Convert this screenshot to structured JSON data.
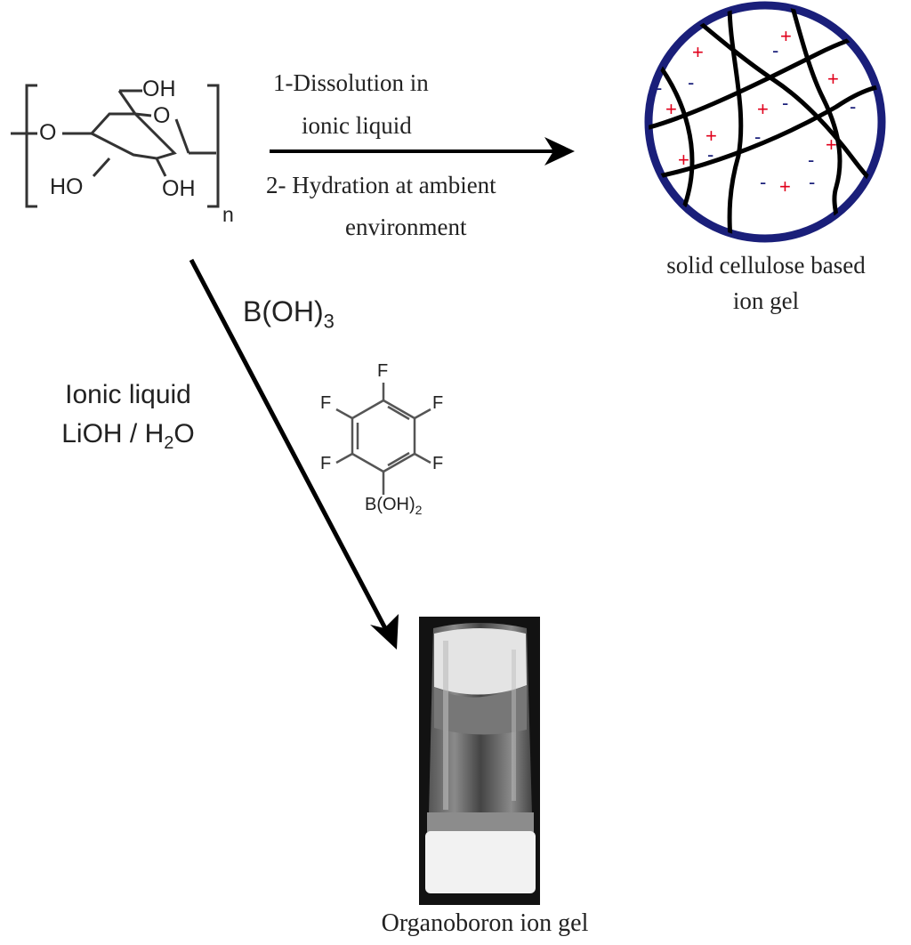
{
  "forward_step_1": "1-Dissolution in",
  "forward_step_1b": "ionic liquid",
  "forward_step_2": "2- Hydration at ambient",
  "forward_step_2b": "environment",
  "product_top_line1": "solid cellulose based",
  "product_top_line2": "ion gel",
  "reagent_boric": "B(OH)",
  "reagent_boric_sub": "3",
  "conditions_line1": "Ionic liquid",
  "conditions_line2_pre": "LiOH / H",
  "conditions_line2_sub": "2",
  "conditions_line2_post": "O",
  "cellulose": {
    "oh_top": "OH",
    "o_left": "O",
    "o_ring": "O",
    "ho_bottom": "HO",
    "oh_bottom": "OH",
    "n": "n"
  },
  "pfp": {
    "f_top": "F",
    "f_upper_left": "F",
    "f_upper_right": "F",
    "f_lower_left": "F",
    "f_lower_right": "F",
    "boron_group": "B(OH)",
    "boron_sub": "2"
  },
  "product_bottom": "Organoboron ion gel",
  "colors": {
    "circle_border": "#1a1f7a",
    "plus_sign": "#e0001b",
    "minus_sign": "#1a1f7a",
    "chain": "#000000"
  }
}
